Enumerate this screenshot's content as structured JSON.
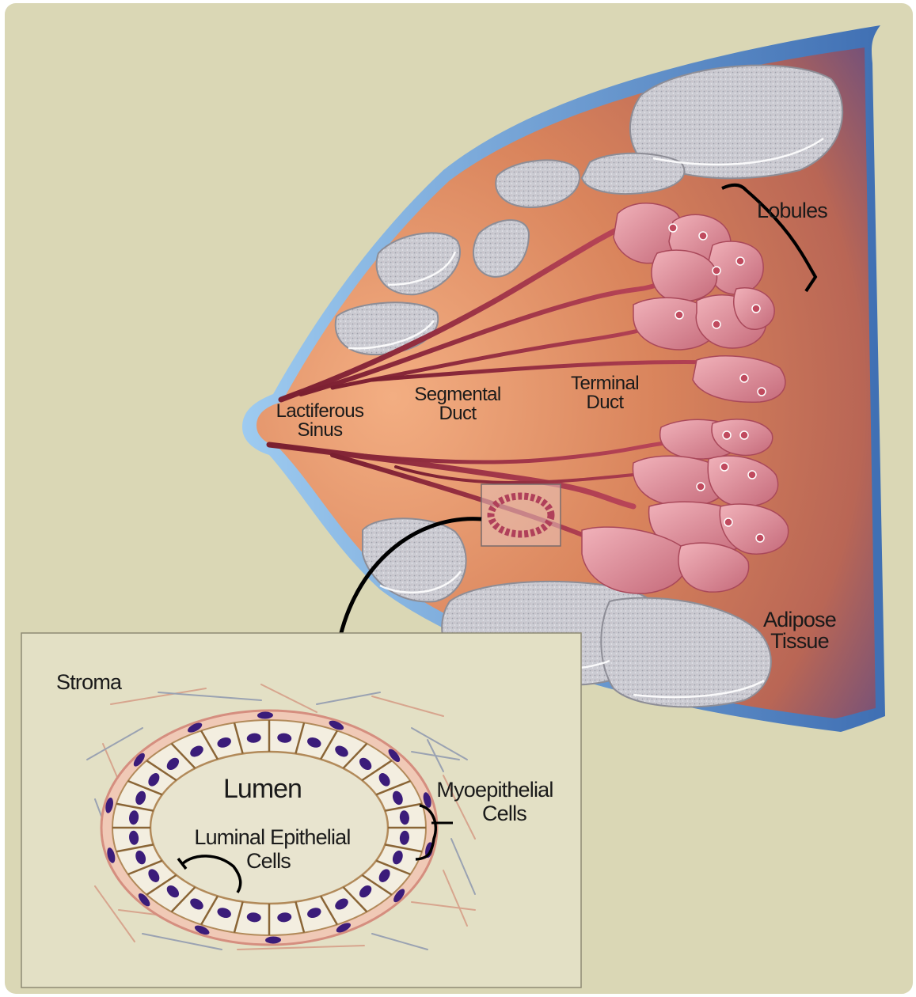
{
  "labels": {
    "lobules": "Lobules",
    "lactiferous_sinus": [
      "Lactiferous",
      "Sinus"
    ],
    "segmental_duct": [
      "Segmental",
      "Duct"
    ],
    "terminal_duct": [
      "Terminal",
      "Duct"
    ],
    "adipose_tissue": [
      "Adipose",
      "Tissue"
    ],
    "stroma": "Stroma",
    "lumen": "Lumen",
    "luminal_epithelial_cells": [
      "Luminal Epithelial",
      "Cells"
    ],
    "myoepithelial_cells": [
      "Myoepithelial",
      "Cells"
    ]
  },
  "colors": {
    "background": "#dad7b5",
    "inset_background": "#e5e2c6",
    "breast_edge": "#6fa8dc",
    "breast_tissue": "#d8875e",
    "duct": "#9b2a3a",
    "lobule": "#d98c98",
    "adipose": "#cfcfd4",
    "nucleus": "#3b1c7a"
  }
}
